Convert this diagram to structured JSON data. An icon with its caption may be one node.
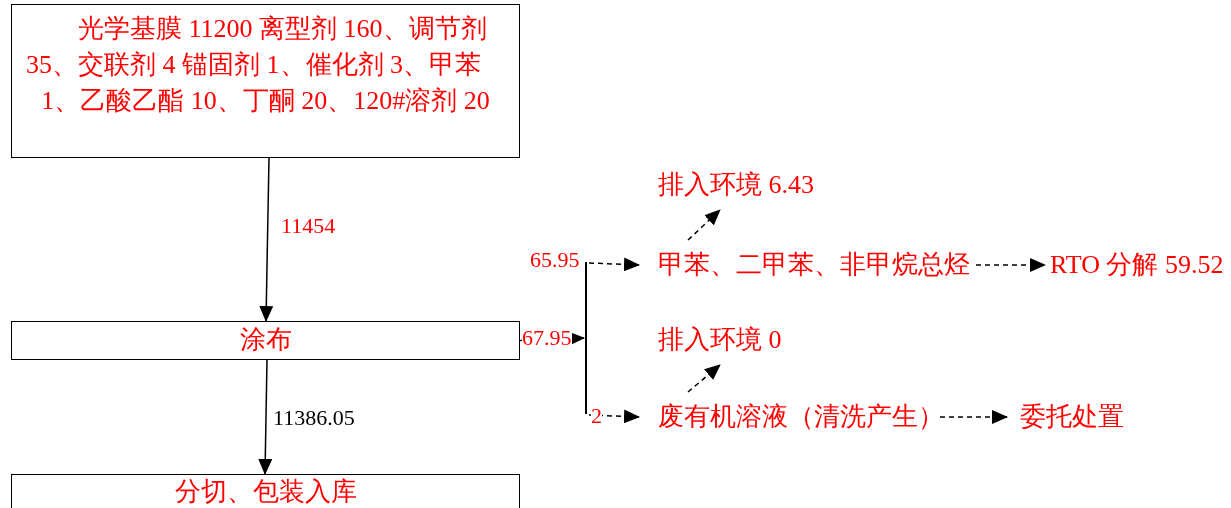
{
  "diagram": {
    "nodes": [
      {
        "text": [
          "光学基膜 11200 离型剂 160、调节剂 35、交联剂 4 锚固剂 1、催化剂 3、甲苯 1、乙酸乙酯 10、丁酮 20、120#溶剂 20"
        ]
      },
      {
        "text": [
          "涂布"
        ]
      },
      {
        "text": [
          "分切、包装入库"
        ]
      },
      {
        "text": [],
        "shape": "bar"
      },
      {
        "text": [
          "甲苯、二甲苯、非甲烷总烃"
        ]
      },
      {
        "text": [
          "排入环境 6.43"
        ]
      },
      {
        "text": [
          "RTO 分解 59.52"
        ]
      },
      {
        "text": [
          "废有机溶液（清洗产生）"
        ]
      },
      {
        "text": [
          "排入环境 0"
        ]
      },
      {
        "text": [
          "委托处置"
        ]
      }
    ],
    "edges": [
      {
        "from": 0,
        "to": 1,
        "arrow": "to",
        "label": "11454"
      },
      {
        "from": 1,
        "to": 2,
        "arrow": "to",
        "label": "11386.05"
      },
      {
        "from": 1,
        "to": 3,
        "arrow": "to",
        "label": "67.95",
        "style": "dashed"
      },
      {
        "from": 3,
        "to": 4,
        "arrow": "to",
        "label": "65.95",
        "style": "dashed"
      },
      {
        "from": 3,
        "to": 7,
        "arrow": "to",
        "label": "2",
        "style": "dashed"
      },
      {
        "from": 4,
        "to": 5,
        "arrow": "to",
        "style": "dashed"
      },
      {
        "from": 4,
        "to": 6,
        "arrow": "to",
        "style": "dashed"
      },
      {
        "from": 7,
        "to": 8,
        "arrow": "to",
        "style": "dashed"
      },
      {
        "from": 7,
        "to": 9,
        "arrow": "to",
        "style": "dashed"
      }
    ]
  }
}
